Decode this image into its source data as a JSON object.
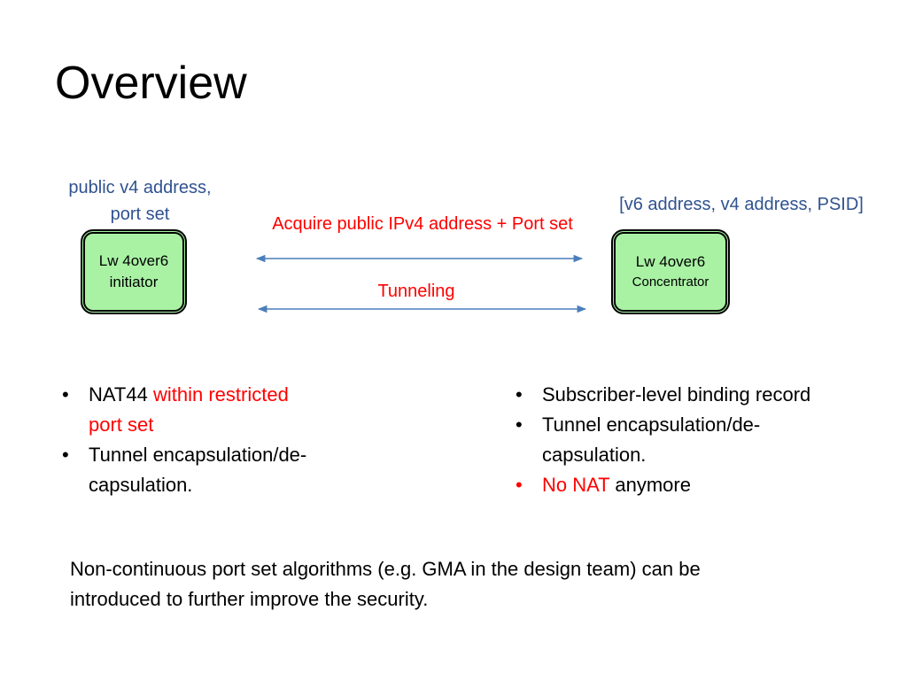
{
  "slide": {
    "title": "Overview"
  },
  "diagram": {
    "left_label_line1": "public v4 address,",
    "left_label_line2": "port set",
    "right_label": "[v6 address, v4 address, PSID]",
    "left_node_line1": "Lw 4over6",
    "left_node_line2": "initiator",
    "right_node_line1": "Lw 4over6",
    "right_node_line2": "Concentrator",
    "arrow1_label": "Acquire public IPv4 address + Port set",
    "arrow2_label": "Tunneling",
    "colors": {
      "label_blue": "#2f528f",
      "label_red": "#ff0000",
      "node_fill": "#a9f2a4",
      "arrow": "#4a7ebb"
    }
  },
  "left_bullets": {
    "b1_plain": "NAT44",
    "b1_red_line1": "within restricted",
    "b1_red_line2": "port set",
    "b2_line1": "Tunnel encapsulation/de-",
    "b2_line2": "capsulation."
  },
  "right_bullets": {
    "b1": "Subscriber-level binding record",
    "b2_line1": "Tunnel encapsulation/de-",
    "b2_line2": "capsulation.",
    "b3_red": "No NAT",
    "b3_plain": "anymore"
  },
  "footer": {
    "line1": "Non-continuous port set algorithms (e.g. GMA in the design team) can be",
    "line2": "introduced to further improve the security."
  },
  "bullet_glyph": "•"
}
